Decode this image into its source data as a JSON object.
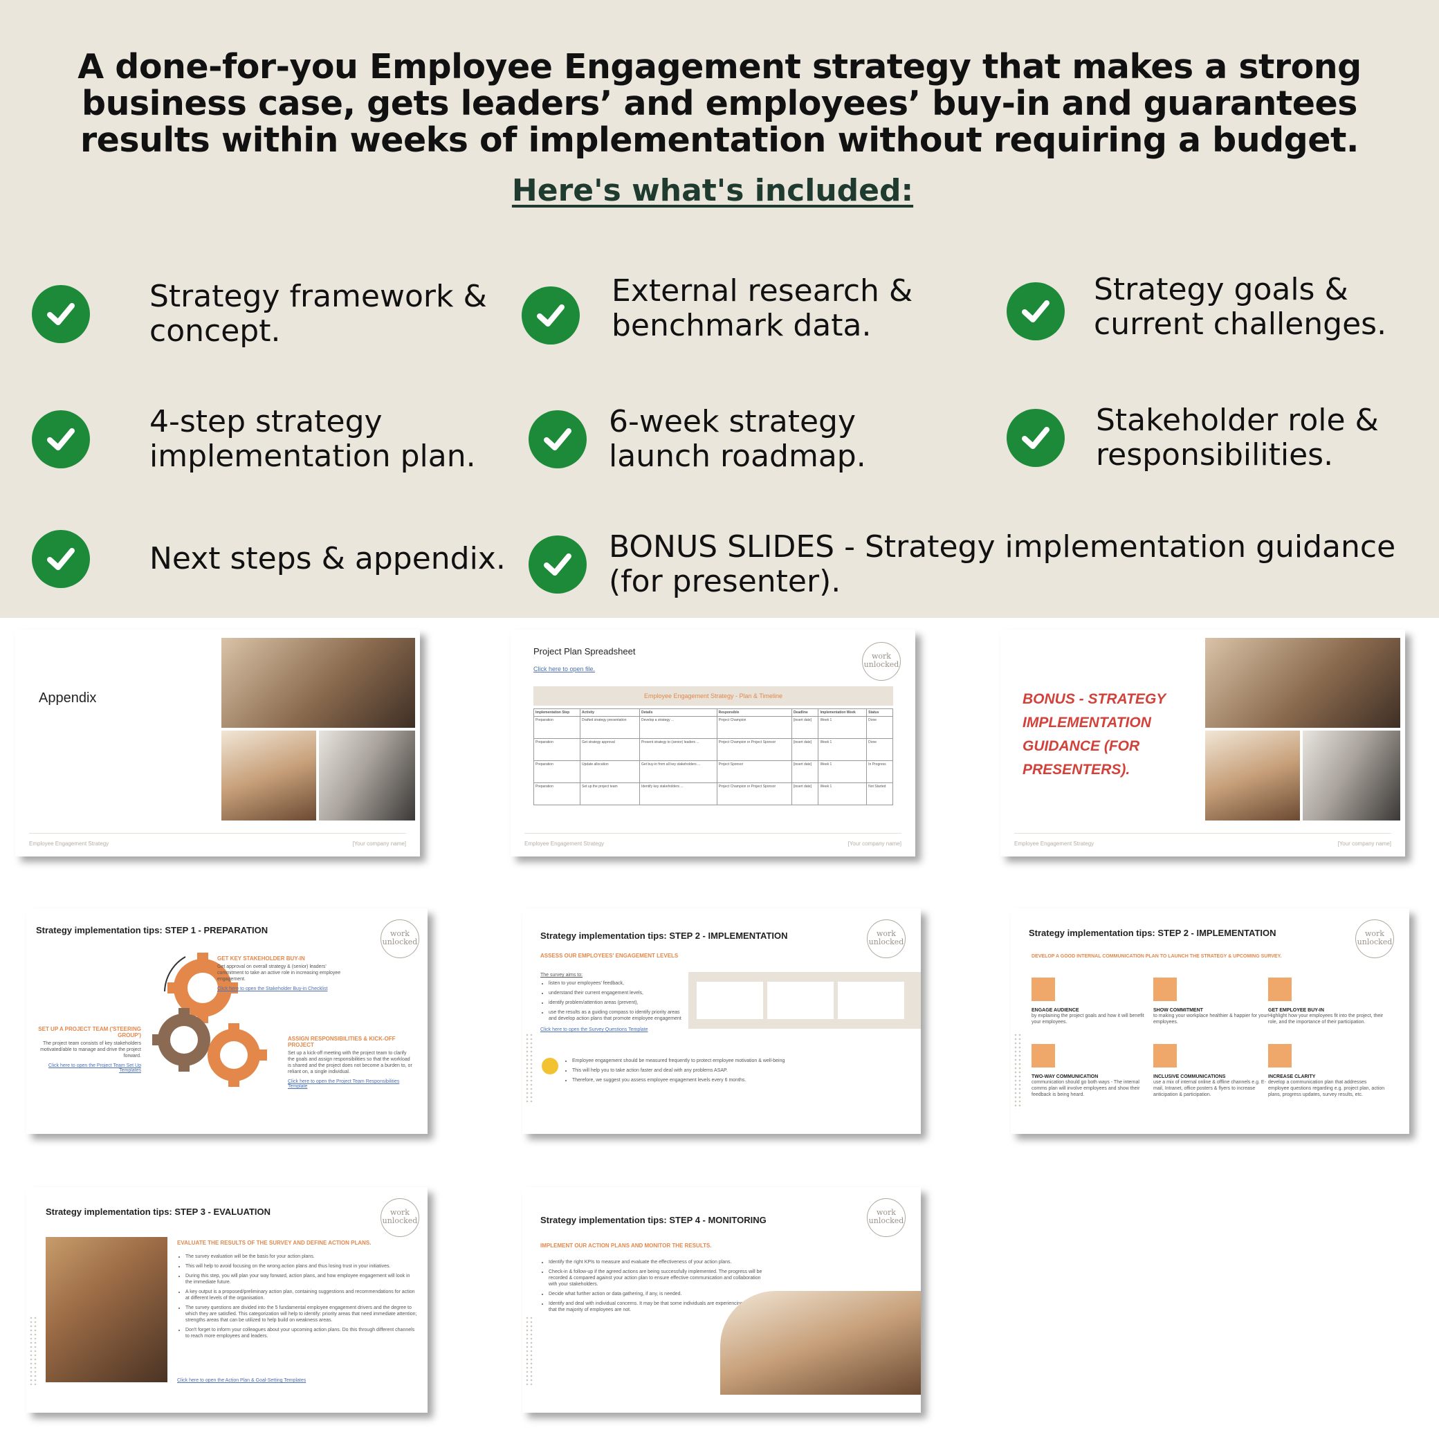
{
  "headline": "A done-for-you Employee Engagement strategy that makes a strong business case, gets leaders’ and employees’ buy-in and guarantees results within weeks of implementation without requiring a budget.",
  "subheading": "Here's what's included:",
  "features": [
    "Strategy framework &\nconcept.",
    "External research &\nbenchmark data.",
    "Strategy goals &\ncurrent challenges.",
    "4-step strategy\nimplementation plan.",
    "6-week strategy\nlaunch roadmap.",
    "Stakeholder role &\nresponsibilities.",
    "Next steps & appendix.",
    "BONUS SLIDES - Strategy implementation guidance\n(for presenter)."
  ],
  "colors": {
    "background": "#ebe6dc",
    "check": "#1d8a3a",
    "accent": "#e3874a",
    "bonus_red": "#d2413a"
  },
  "slides": {
    "appendix": {
      "title": "Appendix",
      "footer_left": "Employee Engagement Strategy",
      "footer_right": "[Your company name]"
    },
    "project_plan": {
      "title": "Project Plan Spreadsheet",
      "link": "Click here to open file.",
      "table_title": "Employee Engagement Strategy - Plan & Timeline",
      "columns": [
        "Implementation Step",
        "Activity",
        "Details",
        "Responsible",
        "Deadline",
        "Implementation Week",
        "Status"
      ],
      "rows": [
        [
          "Preparation",
          "Drafted strategy presentation",
          "Develop a strategy ...",
          "Project Champion",
          "[insert date]",
          "Week 1",
          "Done"
        ],
        [
          "Preparation",
          "Get strategy approval",
          "Present strategy to (senior) leaders ...",
          "Project Champion or Project Sponsor",
          "[insert date]",
          "Week 1",
          "Done"
        ],
        [
          "Preparation",
          "Update allocation",
          "Get buy-in from all key stakeholders ...",
          "Project Sponsor",
          "[insert date]",
          "Week 1",
          "In Progress"
        ],
        [
          "Preparation",
          "Set up the project team",
          "Identify key stakeholders ...",
          "Project Champion or Project Sponsor",
          "[insert date]",
          "Week 1",
          "Not Started"
        ]
      ],
      "footer_left": "Employee Engagement Strategy",
      "footer_right": "[Your company name]"
    },
    "bonus": {
      "title": "BONUS - STRATEGY IMPLEMENTATION GUIDANCE (FOR PRESENTERS).",
      "footer_left": "Employee Engagement Strategy",
      "footer_right": "[Your company name]"
    },
    "step1": {
      "title": "Strategy implementation tips: STEP 1 - PREPARATION",
      "h1": "GET KEY STAKEHOLDER BUY-IN",
      "t1": "Get approval on overall strategy & (senior) leaders' commitment to take an active role in increasing employee engagement.",
      "l1": "Click here to open the Stakeholder Buy-in Checklist",
      "h2": "SET UP A PROJECT TEAM ('STEERING GROUP')",
      "t2": "The project team consists of key stakeholders motivated/able to manage and drive the project forward.",
      "l2": "Click here to open the Project Team Set Up Templates",
      "h3": "ASSIGN RESPONSIBILITIES & KICK-OFF PROJECT",
      "t3": "Set up a kick-off meeting with the project team to clarify the goals and assign responsibilities so that the workload is shared and the project does not become a burden to, or reliant on, a single individual.",
      "l3": "Click here to open the Project Team Responsibilities Template"
    },
    "step2a": {
      "title": "Strategy implementation tips: STEP 2 - IMPLEMENTATION",
      "h": "ASSESS OUR EMPLOYEES' ENGAGEMENT LEVELS",
      "aims": "The survey aims to:",
      "bullets": [
        "listen to your employees' feedback,",
        "understand their current engagement levels,",
        "identify problem/attention areas (prevent),",
        "use the results as a guiding compass to identify priority areas and develop action plans that promote employee engagement"
      ],
      "link": "Click here to open the Survey Questions Template",
      "notes": [
        "Employee engagement should be measured frequently to protect employee motivation & well-being",
        "This will help you to take action faster and deal with any problems ASAP.",
        "Therefore, we suggest you assess employee engagement levels every 6 months."
      ]
    },
    "step2b": {
      "title": "Strategy implementation tips: STEP 2 - IMPLEMENTATION",
      "h": "DEVELOP A GOOD INTERNAL COMMUNICATION PLAN TO LAUNCH THE STRATEGY & UPCOMING SURVEY.",
      "items": [
        {
          "h": "ENGAGE AUDIENCE",
          "t": "by explaining the project goals and how it will benefit your employees."
        },
        {
          "h": "SHOW COMMITMENT",
          "t": "to making your workplace healthier & happier for your employees."
        },
        {
          "h": "GET EMPLOYEE BUY-IN",
          "t": "Highlight how your employees fit into the project, their role, and the importance of their participation."
        },
        {
          "h": "TWO-WAY COMMUNICATION",
          "t": "communication should go both ways - The internal comms plan will involve employees and show their feedback is being heard."
        },
        {
          "h": "INCLUSIVE COMMUNICATIONS",
          "t": "use a mix of internal online & offline channels e.g. E-mail, Intranet, office posters & flyers to increase anticipation & participation."
        },
        {
          "h": "INCREASE CLARITY",
          "t": "develop a communication plan that addresses employee questions regarding e.g. project plan, action plans, progress updates, survey results, etc."
        }
      ]
    },
    "step3": {
      "title": "Strategy implementation tips: STEP 3 - EVALUATION",
      "h": "EVALUATE THE RESULTS OF THE SURVEY AND DEFINE ACTION PLANS.",
      "bullets": [
        "The survey evaluation will be the basis for your action plans.",
        "This will help to avoid focusing on the wrong action plans and thus losing trust in your initiatives.",
        "During this step, you will plan your way forward, action plans, and how employee engagement will look in the immediate future.",
        "A key output is a proposed/preliminary action plan, containing suggestions and recommendations for action at different levels of the organisation.",
        "The survey questions are divided into the 5 fundamental employee engagement drivers and the degree to which they are satisfied. This categorization will help to identify: priority areas that need immediate attention; strengths areas that can be utilized to help build on weakness areas.",
        "Don't forget to inform your colleagues about your upcoming action plans. Do this through different channels to reach more employees and leaders."
      ],
      "link": "Click here to open the Action Plan & Goal-Setting Templates"
    },
    "step4": {
      "title": "Strategy implementation tips: STEP 4 - MONITORING",
      "h": "IMPLEMENT OUR ACTION PLANS AND MONITOR THE RESULTS.",
      "bullets": [
        "Identify the right KPIs to measure and evaluate the effectiveness of your action plans.",
        "Check-in & follow-up if the agreed actions are being successfully implemented. The progress will be recorded & compared against your action plan to ensure effective communication and collaboration with your stakeholders.",
        "Decide what further action or data gathering, if any, is needed.",
        "Identify and deal with individual concerns. It may be that some individuals are experiencing problems that the majority of employees are not."
      ]
    },
    "logo_text": "work unlocked"
  }
}
